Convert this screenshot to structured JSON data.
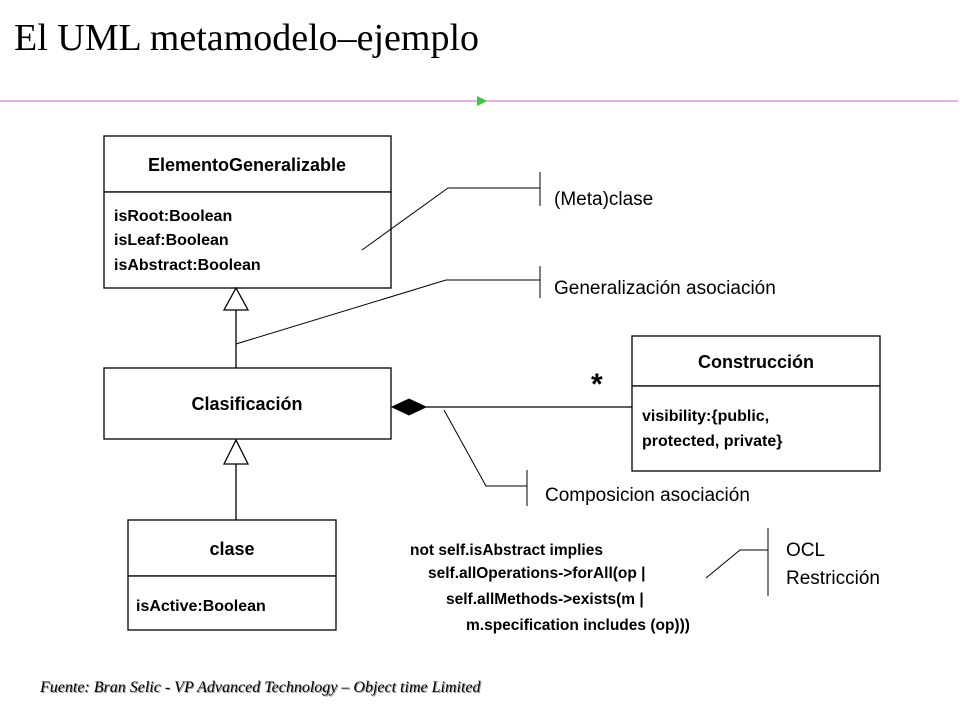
{
  "title": "El UML metamodelo–ejemplo",
  "footer": "Fuente: Bran Selic - VP Advanced Technology – Object time Limited",
  "classes": {
    "elemento": {
      "name": "ElementoGeneralizable",
      "attrs": [
        "isRoot:Boolean",
        "isLeaf:Boolean",
        "isAbstract:Boolean"
      ]
    },
    "clasificacion": {
      "name": "Clasificación"
    },
    "clase": {
      "name": "clase",
      "attrs": [
        "isActive:Boolean"
      ]
    },
    "construccion": {
      "name": "Construcción",
      "attrs": [
        "visibility:{public,",
        "protected, private}"
      ]
    }
  },
  "multiplicity": "*",
  "callouts": {
    "metaclase": "(Meta)clase",
    "generalizacion": "Generalización  asociación",
    "composicion": "Composicion  asociación",
    "ocl_line1": "OCL",
    "ocl_line2": "Restricción"
  },
  "ocl_constraint": [
    "not self.isAbstract implies",
    "self.allOperations->forAll(op |",
    "self.allMethods->exists(m |",
    "m.specification includes (op)))"
  ],
  "colors": {
    "rule": "#cc66cc",
    "arrow": "#33cc33",
    "stroke": "#000000"
  }
}
